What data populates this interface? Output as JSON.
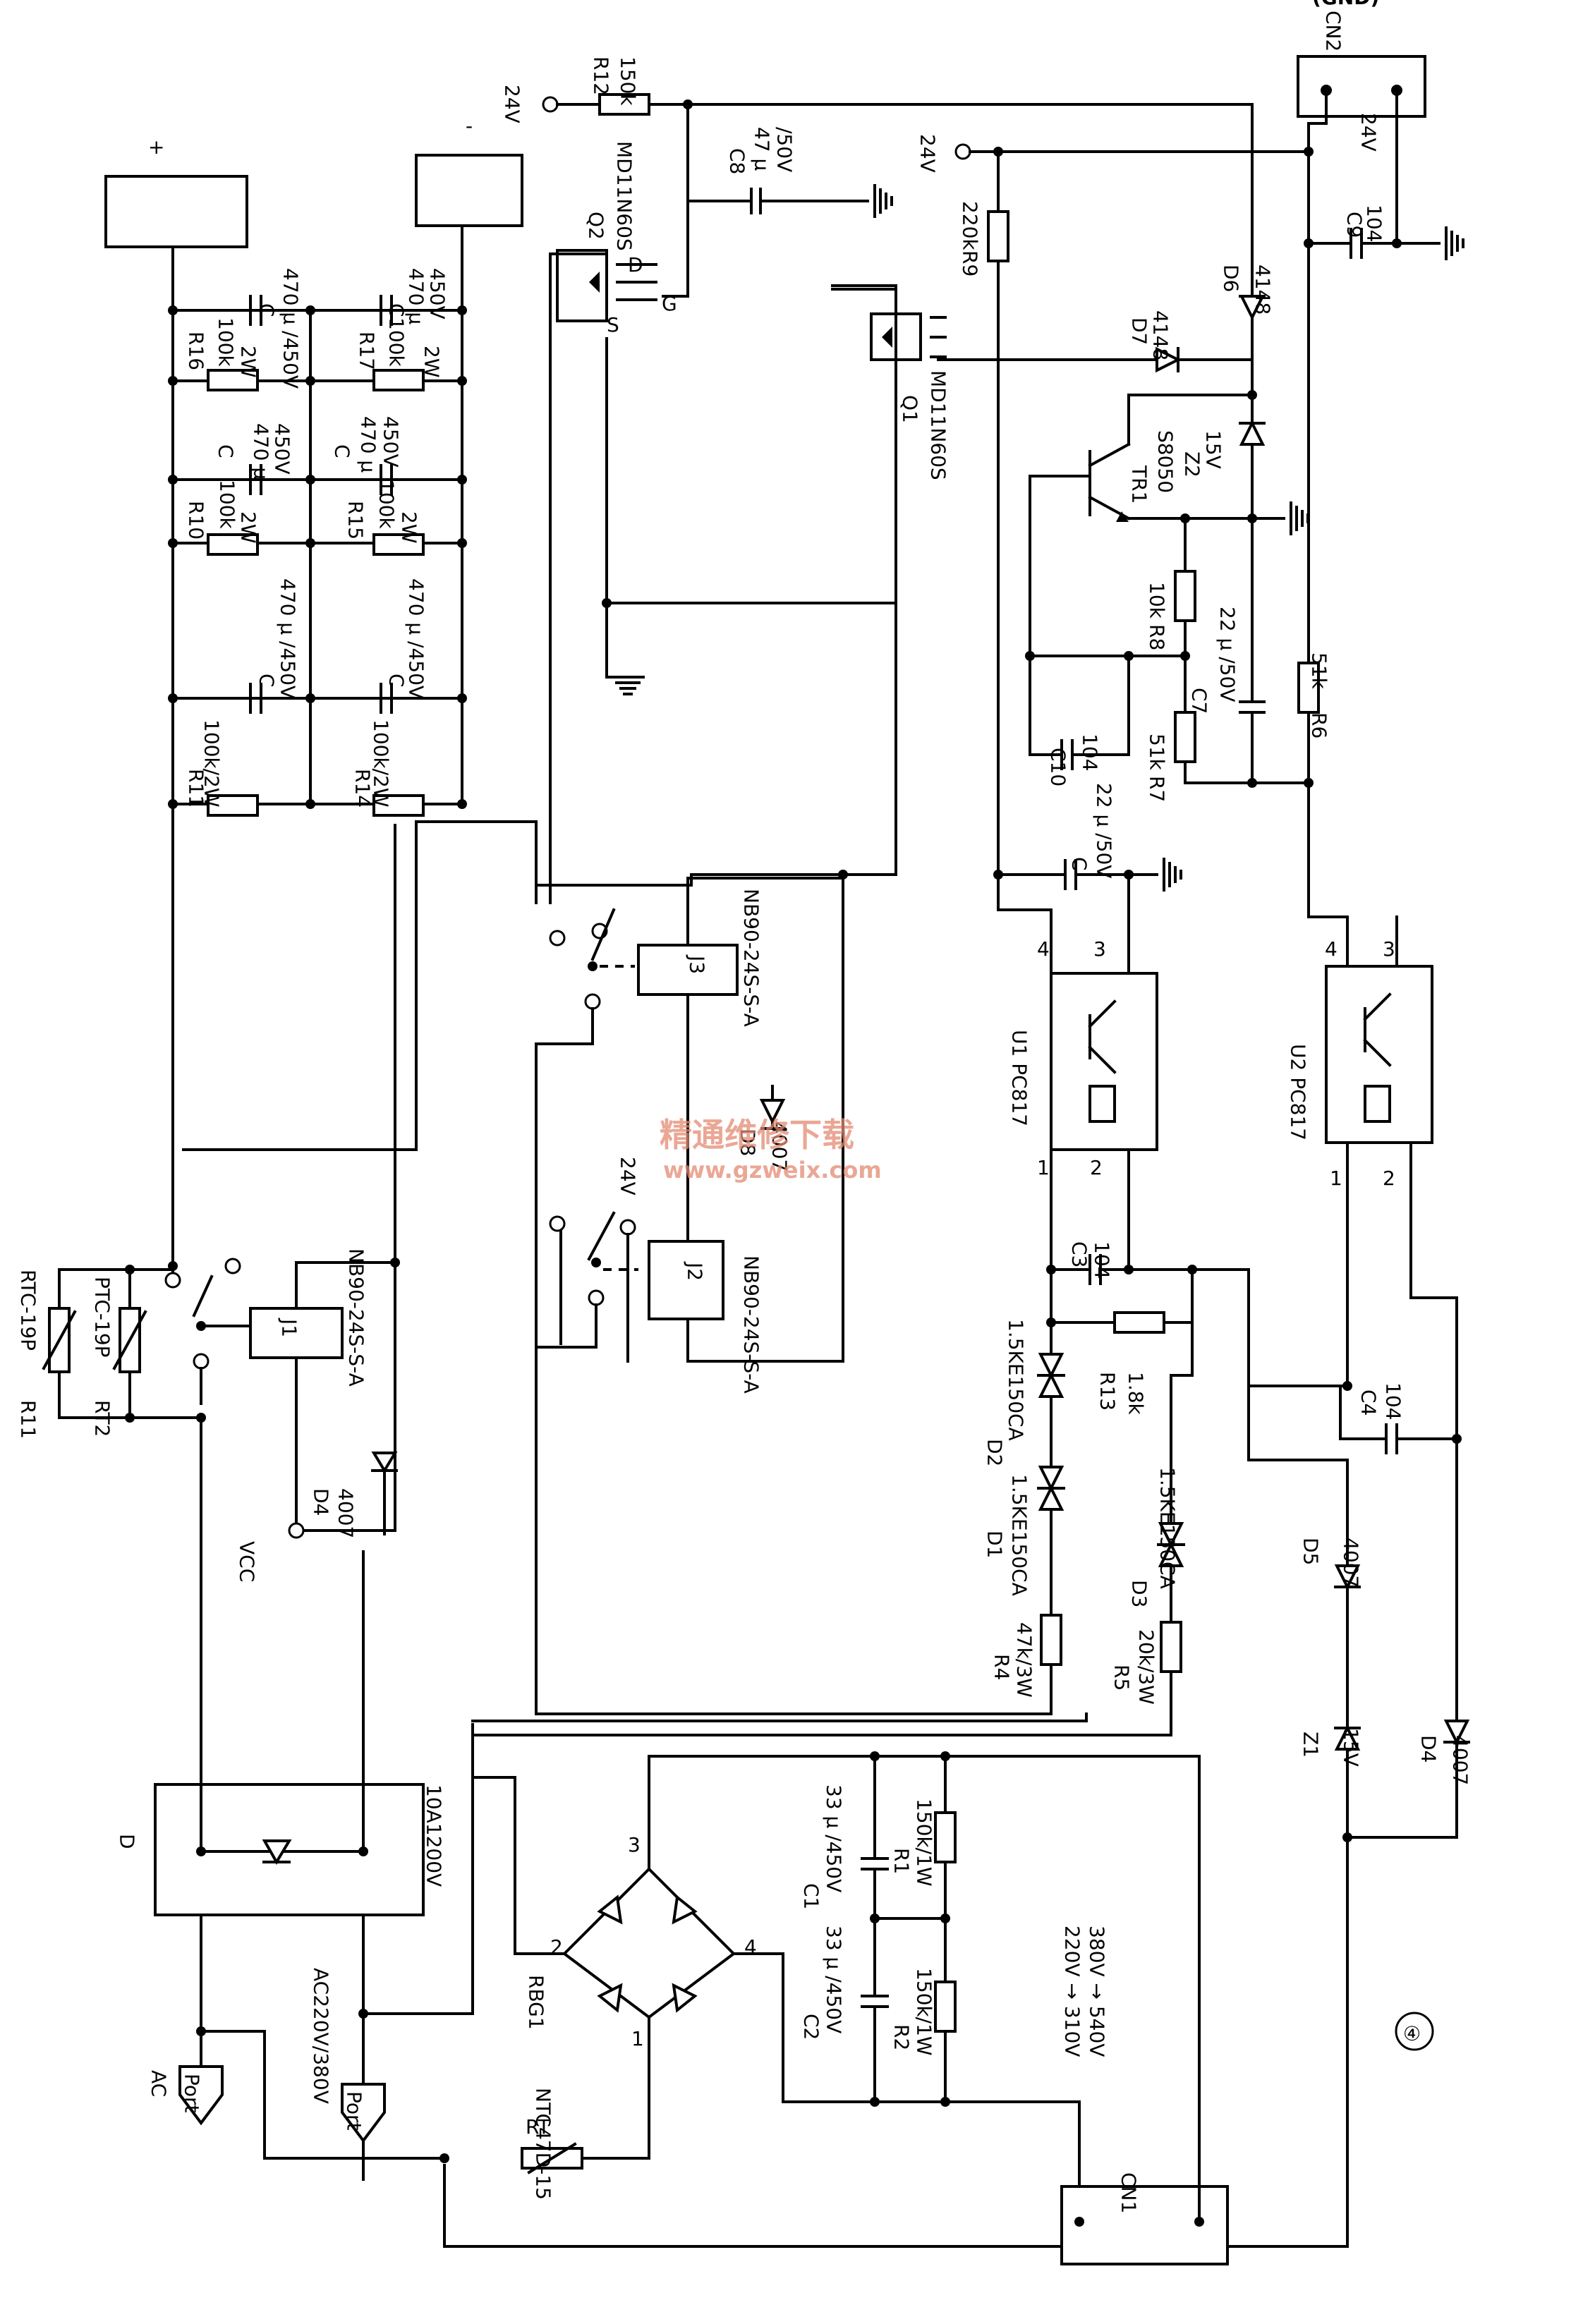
{
  "header_partial": "(GND)",
  "page_marker": "④",
  "watermark": {
    "cn": "精通维修下载",
    "url": "www.gzweix.com"
  },
  "terminals": {
    "plus": "+",
    "minus": "-",
    "v24_top": "24V",
    "v24_mid": "24V",
    "v24_cn2": "24V",
    "v24_j2": "24V",
    "vcc": "VCC",
    "ac": "AC",
    "ac_in": "AC220V/380V",
    "port": "Port"
  },
  "components": {
    "R12": "R12",
    "R12_val": "150k",
    "C8": "C8",
    "C8_val1": "47 μ",
    "C8_val2": "/50V",
    "Q2": "Q2",
    "Q2_part": "MD11N60S",
    "Q1": "Q1",
    "Q1_part": "MD11N60S",
    "pin_S": "S",
    "pin_D": "D",
    "pin_G": "G",
    "CN2": "CN2",
    "CN1": "CN1",
    "C9": "C9",
    "C9_val": "104",
    "R9": "R9",
    "R9_val": "220k",
    "D6": "D6",
    "D6_val": "4148",
    "D7": "D7",
    "D7_val": "4148",
    "TR1": "TR1",
    "TR1_part": "S8050",
    "Z2": "Z2",
    "Z2_val": "15V",
    "R8": "R8",
    "R8_val": "10k",
    "C7": "C7",
    "C7_val": "22 μ /50V",
    "R6": "R6",
    "R6_val": "51k",
    "R7": "R7",
    "R7_val": "51k",
    "C10": "C10",
    "C10_val": "104",
    "C_mid": "C",
    "C_mid_val": "22 μ /50V",
    "U1": "U1 PC817",
    "U2": "U2 PC817",
    "pin1": "1",
    "pin2": "2",
    "pin3": "3",
    "pin4": "4",
    "C3": "C3",
    "C3_val": "104",
    "R13": "R13",
    "R13_val": "1.8k",
    "C4": "C4",
    "C4_val": "104",
    "D1": "D1",
    "D1_val": "1.5KE150CA",
    "D2": "D2",
    "D2_val": "1.5KE150CA",
    "D3": "D3",
    "D3_val": "1.5KE150CA",
    "D5": "D5",
    "D5_val": "4007",
    "D4r": "D4",
    "D4r_val": "4007",
    "Z1": "Z1",
    "Z1_val": "15V",
    "R4": "R4",
    "R4_val": "47k/3W",
    "R5": "R5",
    "R5_val": "20k/3W",
    "J1": "J1",
    "J1_part": "NB90-24S-S-A",
    "J2": "J2",
    "J2_part": "NB90-24S-S-A",
    "J3": "J3",
    "J3_part": "NB90-24S-S-A",
    "D8": "D8",
    "D8_val": "4007",
    "D4l": "D4",
    "D4l_val": "4007",
    "R11rt": "R11",
    "R11rt_part": "RTC-19P",
    "RT2": "RT2",
    "RT2_part": "PTC-19P",
    "R16": "R16",
    "R16_val": "100k",
    "R16_w": "2W",
    "R17": "R17",
    "R17_val": "100k",
    "R17_w": "2W",
    "R10": "R10",
    "R10_val": "100k",
    "R10_w": "2W",
    "R15": "R15",
    "R15_val": "100k",
    "R15_w": "2W",
    "R11": "R11",
    "R11_val": "100k/2W",
    "R14": "R14",
    "R14_val": "100k/2W",
    "C_cap": "C",
    "cap_470_450": "470 μ /450V",
    "cap_470": "470 μ",
    "cap_450": "450V",
    "D_bridge": "D",
    "D_bridge_val": "10A1200V",
    "RBG1": "RBG1",
    "p1": "1",
    "p2": "2",
    "p3": "3",
    "p4": "4",
    "C1": "C1",
    "C1_val": "33 μ /450V",
    "C2": "C2",
    "C2_val": "33 μ /450V",
    "R1": "R1",
    "R1_val": "150k/1W",
    "R2": "R2",
    "R2_val": "150k/1W",
    "RT": "RT",
    "RT_part": "NTC47D-15",
    "note1": "220V → 310V",
    "note2": "380V → 540V"
  }
}
